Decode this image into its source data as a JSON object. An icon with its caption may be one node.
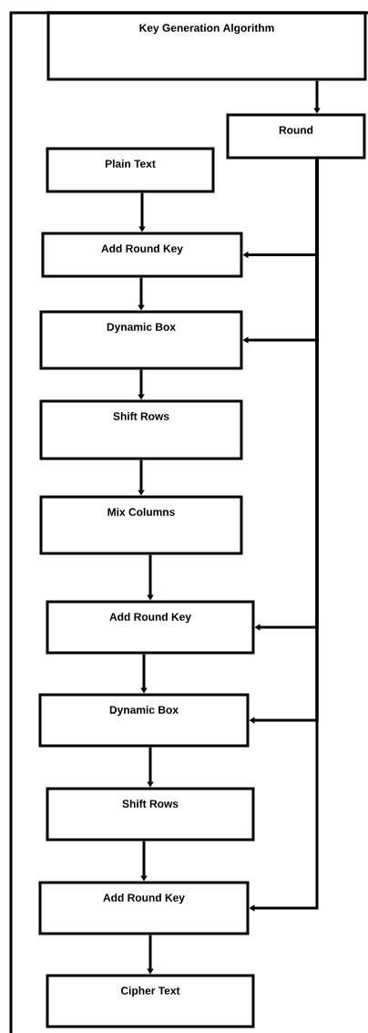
{
  "diagram": {
    "nodes": [
      {
        "text": [
          "Key Generation Algorithm"
        ]
      },
      {
        "text": [
          "Round"
        ]
      },
      {
        "text": [
          "Plain Text"
        ]
      },
      {
        "text": [
          "Add Round Key"
        ]
      },
      {
        "text": [
          "Dynamic Box"
        ]
      },
      {
        "text": [
          "Shift Rows"
        ]
      },
      {
        "text": [
          "Mix Columns"
        ]
      },
      {
        "text": [
          "Add Round Key"
        ]
      },
      {
        "text": [
          "Dynamic Box"
        ]
      },
      {
        "text": [
          "Shift Rows"
        ]
      },
      {
        "text": [
          "Add Round Key"
        ]
      },
      {
        "text": [
          "Cipher Text"
        ]
      }
    ],
    "edges": [
      {
        "from": 0,
        "to": 1,
        "arrow": "to"
      },
      {
        "from": 2,
        "to": 3,
        "arrow": "to"
      },
      {
        "from": 3,
        "to": 4,
        "arrow": "to"
      },
      {
        "from": 4,
        "to": 5,
        "arrow": "to"
      },
      {
        "from": 5,
        "to": 6,
        "arrow": "to"
      },
      {
        "from": 6,
        "to": 7,
        "arrow": "to"
      },
      {
        "from": 7,
        "to": 8,
        "arrow": "to"
      },
      {
        "from": 8,
        "to": 9,
        "arrow": "to"
      },
      {
        "from": 9,
        "to": 10,
        "arrow": "to"
      },
      {
        "from": 10,
        "to": 11,
        "arrow": "to"
      },
      {
        "from": 1,
        "to": 3,
        "arrow": "to"
      },
      {
        "from": 1,
        "to": 4,
        "arrow": "to"
      },
      {
        "from": 1,
        "to": 7,
        "arrow": "to"
      },
      {
        "from": 1,
        "to": 8,
        "arrow": "to"
      },
      {
        "from": 1,
        "to": 10,
        "arrow": "to"
      }
    ]
  }
}
